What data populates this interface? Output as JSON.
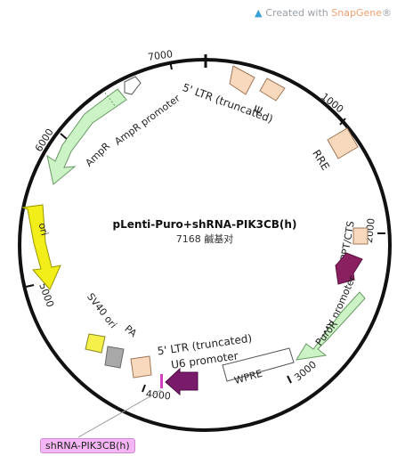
{
  "brand": {
    "prefix": "Created with ",
    "name": "SnapGene",
    "suffix": "®"
  },
  "plasmid": {
    "name": "pLenti-Puro+shRNA-PIK3CB(h)",
    "size": "7168 鹹基对"
  },
  "ticks": [
    "7000",
    "1000",
    "2000",
    "3000",
    "4000",
    "5000",
    "6000"
  ],
  "features": {
    "ltr5_top": "5' LTR (truncated)",
    "psi": "Ψ",
    "rre": "RRE",
    "cppt": "cPPT/CTS",
    "cmv": "CMV promoter",
    "puror": "PuroR",
    "wpre": "WPRE",
    "u6": "U6 promoter",
    "ltr5_bottom": "5' LTR (truncated)",
    "pa": "PA",
    "sv40": "SV40 ori",
    "ori": "ori",
    "ampr": "AmpR",
    "ampr_promoter": "AmpR promoter"
  },
  "highlight": "shRNA-PIK3CB(h)",
  "colors": {
    "ltr": "#f9d9bd",
    "ampr": "#ccf3c6",
    "ori": "#f2ee1a",
    "cppt_arrow": "#8a2060",
    "u6_arrow": "#7a1a6a",
    "sv40": "#f5f04a",
    "pa": "#a8a8a8",
    "highlight": "#f4b6f4"
  }
}
